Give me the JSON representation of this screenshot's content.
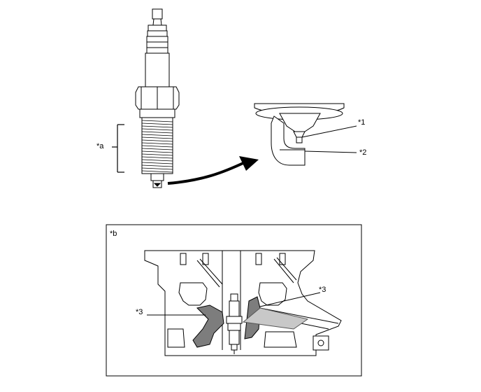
{
  "callouts": {
    "item_1": "*1",
    "item_2": "*2",
    "item_3_left": "*3",
    "item_3_right": "*3"
  },
  "dimension": {
    "thread_length": "*a"
  },
  "panel": {
    "label": "*b"
  },
  "colors": {
    "line": "#000000",
    "fill": "#ffffff",
    "shade": "#c8c8c8",
    "shade_dark": "#7d7d7d"
  }
}
